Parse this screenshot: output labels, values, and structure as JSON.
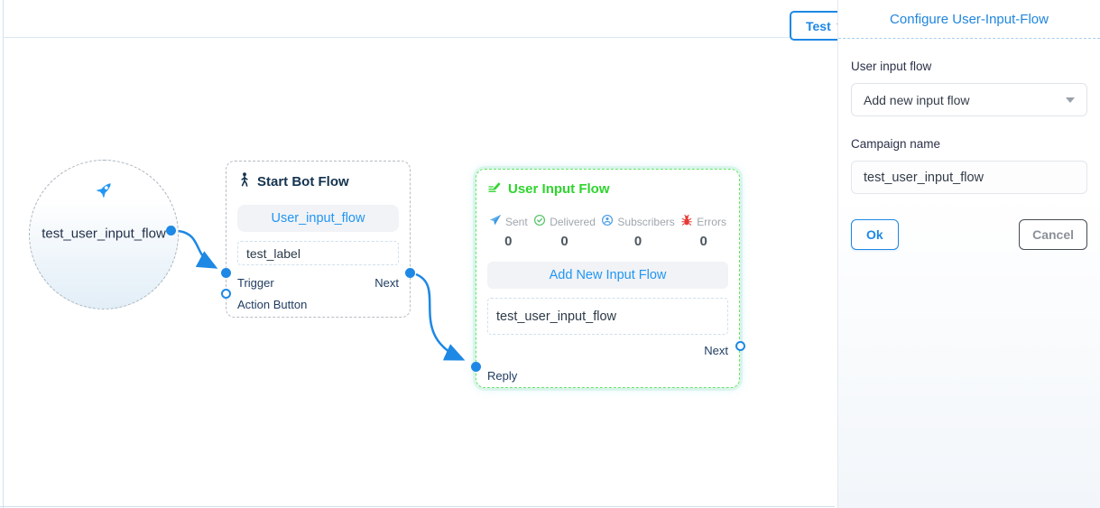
{
  "colors": {
    "accent_blue": "#1e88e5",
    "flow_green": "#2fd42f",
    "error_red": "#e53935",
    "dark_text": "#22304a"
  },
  "canvas": {
    "test_button_label": "Test",
    "circle_node": {
      "label": "test_user_input_flow"
    },
    "start_bot_flow": {
      "title": "Start Bot Flow",
      "flow_button_label": "User_input_flow",
      "label_value": "test_label",
      "trigger_label": "Trigger",
      "next_label": "Next",
      "action_button_label": "Action Button"
    },
    "user_input_flow": {
      "title": "User Input Flow",
      "stats": [
        {
          "icon": "paper-plane-icon",
          "label": "Sent",
          "value": "0"
        },
        {
          "icon": "check-circle-icon",
          "label": "Delivered",
          "value": "0"
        },
        {
          "icon": "person-circle-icon",
          "label": "Subscribers",
          "value": "0"
        },
        {
          "icon": "bug-icon",
          "label": "Errors",
          "value": "0"
        }
      ],
      "add_button_label": "Add New Input Flow",
      "input_value": "test_user_input_flow",
      "next_label": "Next",
      "reply_label": "Reply"
    }
  },
  "panel": {
    "title": "Configure User-Input-Flow",
    "user_input_flow_label": "User input flow",
    "dropdown_value": "Add new input flow",
    "campaign_name_label": "Campaign name",
    "campaign_name_value": "test_user_input_flow",
    "ok_label": "Ok",
    "cancel_label": "Cancel"
  }
}
